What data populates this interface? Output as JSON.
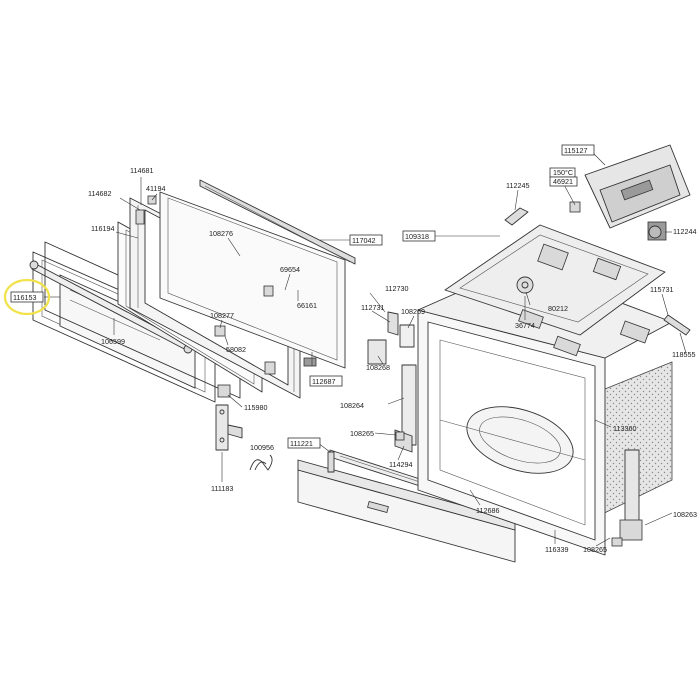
{
  "highlight_color": "#f2e24a",
  "part_labels": {
    "p114681": "114681",
    "p41194": "41194",
    "p114682": "114682",
    "p116194": "116194",
    "p108276": "108276",
    "p117042": "117042",
    "p116153": "116153",
    "p69654": "69654",
    "p66161": "66161",
    "p106599": "106599",
    "p108277": "108277",
    "p58082": "58082",
    "p112687": "112687",
    "p115980": "115980",
    "p100956": "100956",
    "p111183": "111183",
    "p112730": "112730",
    "p112731": "112731",
    "p108269": "108269",
    "p108268": "108268",
    "p108264": "108264",
    "p108265a": "108265",
    "p114294": "114294",
    "p111221": "111221",
    "p112686": "112686",
    "p116339": "116339",
    "p108265b": "108265",
    "p108263": "108263",
    "p113360": "113360",
    "p118555": "118555",
    "p115731": "115731",
    "p112244": "112244",
    "p115127": "115127",
    "p150c": "150°C",
    "p46921": "46921",
    "p112245": "112245",
    "p109318": "109318",
    "p80212": "80212",
    "p36774": "36774"
  }
}
